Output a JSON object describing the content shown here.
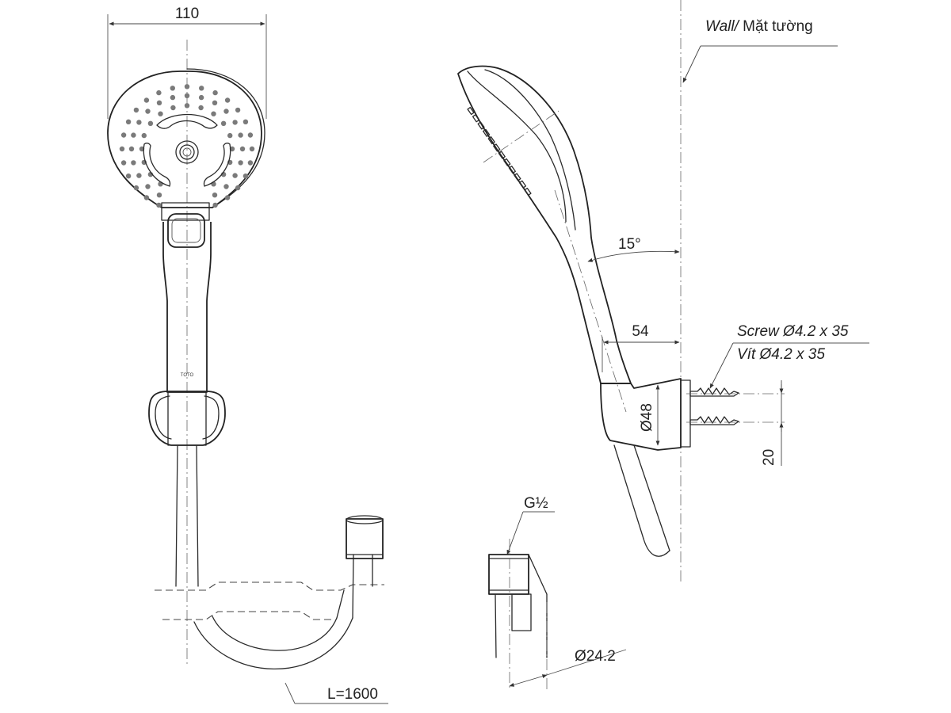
{
  "labels": {
    "width_dim": "110",
    "wall_italic": "Wall/",
    "wall_vn": " Mặt tường",
    "angle_dim": "15°",
    "depth_dim": "54",
    "screw_en": "Screw Ø4.2 x 35",
    "screw_vn": "Vít Ø4.2 x 35",
    "holder_dia": "Ø48",
    "hole_spacing": "20",
    "thread": "G½",
    "nut_dia": "Ø24.2",
    "hose_length": "L=1600",
    "logo": "TOTO"
  },
  "icons": {
    "dim_arrow": "dimension-arrowhead-icon"
  }
}
